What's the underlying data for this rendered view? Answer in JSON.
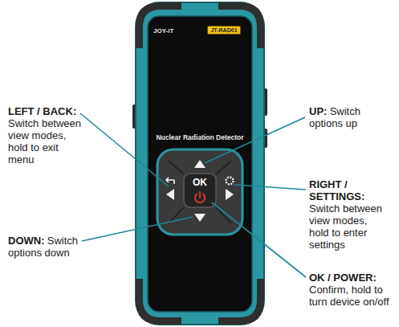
{
  "diagram": {
    "nodes": [
      {
        "text": [
          "JT-RAD01"
        ]
      },
      {
        "text": [
          "OK"
        ]
      }
    ],
    "labels": [
      "JOY-iT",
      "Nuclear Radiation Detector",
      "LEFT / BACK:",
      "Switch between view modes, hold to exit menu",
      "UP:",
      "Switch options up",
      "RIGHT / SETTINGS:",
      "Switch between view modes, hold to enter settings",
      "DOWN:",
      "Switch options down",
      "OK / POWER:",
      "Confirm, hold to turn device on/off"
    ]
  }
}
